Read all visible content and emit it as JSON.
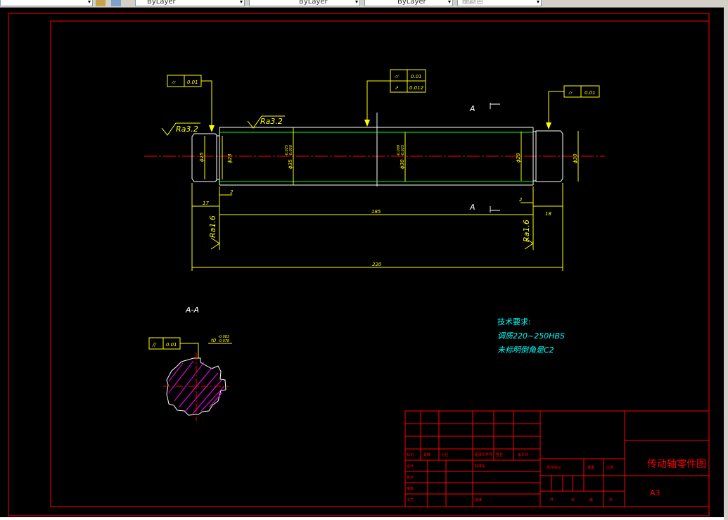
{
  "toolbar": {
    "layer_control": "ByLayer",
    "linetype_control": "ByLayer",
    "lineweight_control": "ByLayer",
    "plotstyle_control": "随颜色"
  },
  "colors": {
    "background": "#000000",
    "frame": "#ff0000",
    "dimension": "#ffff00",
    "centerline": "#ff0000",
    "shaft_top": "#00ff00",
    "note_text": "#00ffff",
    "hatch": "#ff00ff",
    "outline": "#ffffff"
  },
  "drawing": {
    "tolerances": {
      "left_runout": "0.01",
      "center_runout": "0.01",
      "center_circular_runout": "0.012",
      "right_runout": "0.01",
      "parallelism": "0.01"
    },
    "roughness": {
      "left_top": "Ra3.2",
      "mid_top": "Ra3.2",
      "left_vertical": "Ra1.6",
      "right_vertical": "Ra1.6"
    },
    "dimensions": {
      "d_left_outer": "ϕ25",
      "d_left_inner": "ϕ23",
      "d_main": "ϕ35",
      "d_main_tol_upper": "-0.025",
      "d_main_tol_lower": "-0.050",
      "d_mid": "ϕ30",
      "d_mid_tol_upper": "-0.009",
      "d_mid_tol_lower": "-0.025",
      "d_right_inner": "ϕ28",
      "d_right_outer": "ϕ30",
      "len_left": "17",
      "gap_left": "2",
      "len_main": "185",
      "gap_right": "2",
      "len_right": "18",
      "len_total": "220"
    },
    "section_marks": {
      "top": "A",
      "bottom": "A",
      "section_label": "A-A"
    },
    "keyway": {
      "dim": "t0",
      "tol_upper": "-0.083",
      "tol_lower": "-0.078"
    },
    "notes": {
      "title": "技术要求:",
      "line1": "调质220~250HBS",
      "line2": "未标明倒角是C2"
    },
    "title_block": {
      "name": "传动轴零件图",
      "size": "A3",
      "labels": [
        "标记",
        "处数",
        "分区",
        "更改文件号",
        "签名",
        "年月日",
        "设计",
        "标准化",
        "阶段标记",
        "重量",
        "比例",
        "校对",
        "审核",
        "工艺",
        "批准",
        "共",
        "张",
        "第",
        "张"
      ]
    }
  }
}
